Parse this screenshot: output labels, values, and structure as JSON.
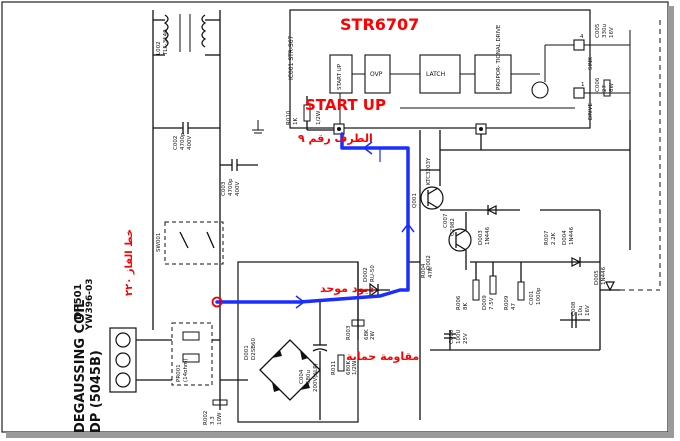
{
  "annotations": {
    "ic_name": "STR6707",
    "start_up": "START UP",
    "pin_label": "الطرف رقم ٩",
    "phase_line": "خط الفاز ٢٢٠",
    "diode_label": "ديود موحد",
    "resistor_label": "مقاومة حماية"
  },
  "degauss": {
    "title_line1": "DEGAUSSING COIL",
    "title_line2": "DP (5045B)"
  },
  "components": {
    "l002": "L002",
    "l002_part": "TLF-3140",
    "ic001": "IC001  STR-S67",
    "c002": "C002",
    "c002_val": "4700p",
    "c002_v": "400V",
    "c003": "C003",
    "c003_val": "4700p",
    "c003_v": "400V",
    "sw001": "SW001",
    "dp501": "DP501",
    "dp501_part": "YW396-03",
    "d001": "D001",
    "d001_part": "D2SB60",
    "c004": "C004",
    "c004_val": "680u",
    "c004_v": "200V(ALP)",
    "pr001": "PR001",
    "pr001_part": "(14ohm)",
    "r002": "R002",
    "r002_val": "3.3",
    "r002_w": "10W",
    "r011": "R011",
    "r011_val": "680K",
    "r011_w": "1/2W",
    "r003": "R003",
    "r003_val": "68K",
    "r003_w": "2W",
    "d002": "D002",
    "d002_part": "RU-50",
    "r010": "R010",
    "r010_val": "1K",
    "r010_w": "1/2W",
    "q001": "Q001",
    "q001_part": "KTC3203Y",
    "c007": "C007",
    "c007_part": "C2982",
    "d003": "D003",
    "d003_part": "1N446",
    "r007": "R007",
    "r007_val": "2.2K",
    "d004": "D004",
    "d004_part": "1N446",
    "d005": "D005",
    "d005_part": "1N446",
    "q002": "Q002",
    "r004": "R004",
    "r004_val": "47K",
    "r004_w": "1W",
    "r006": "R006",
    "r006_val": "8K",
    "r006_w": "1/4W",
    "d009": "D009",
    "d009_val": "7.5V",
    "c006": "C006",
    "c006_val": "100U",
    "c006_v": "25V",
    "c008": "C008",
    "c008_val": "10u",
    "c008_v": "16V",
    "c001": "C001",
    "c001_val": "1000p",
    "r009": "R009",
    "r009_val": "47",
    "r009_w": "1/2W",
    "c005": "C005",
    "c005_val": "330u",
    "c005_v": "16V",
    "c006b": "C006",
    "c006b_val": "27",
    "c006b_w": "6W",
    "sink": "SINK",
    "drive": "DRIVE",
    "pin4": "4",
    "pin1": "1"
  },
  "ic_blocks": {
    "start_up": "START UP",
    "ovp": "OVP",
    "latch": "LATCH",
    "proportional": "PROPOR- TIONAL DRIVE"
  },
  "colors": {
    "annotation_red": "#ff0000",
    "path_blue": "#1a2eff",
    "line": "#111111"
  }
}
